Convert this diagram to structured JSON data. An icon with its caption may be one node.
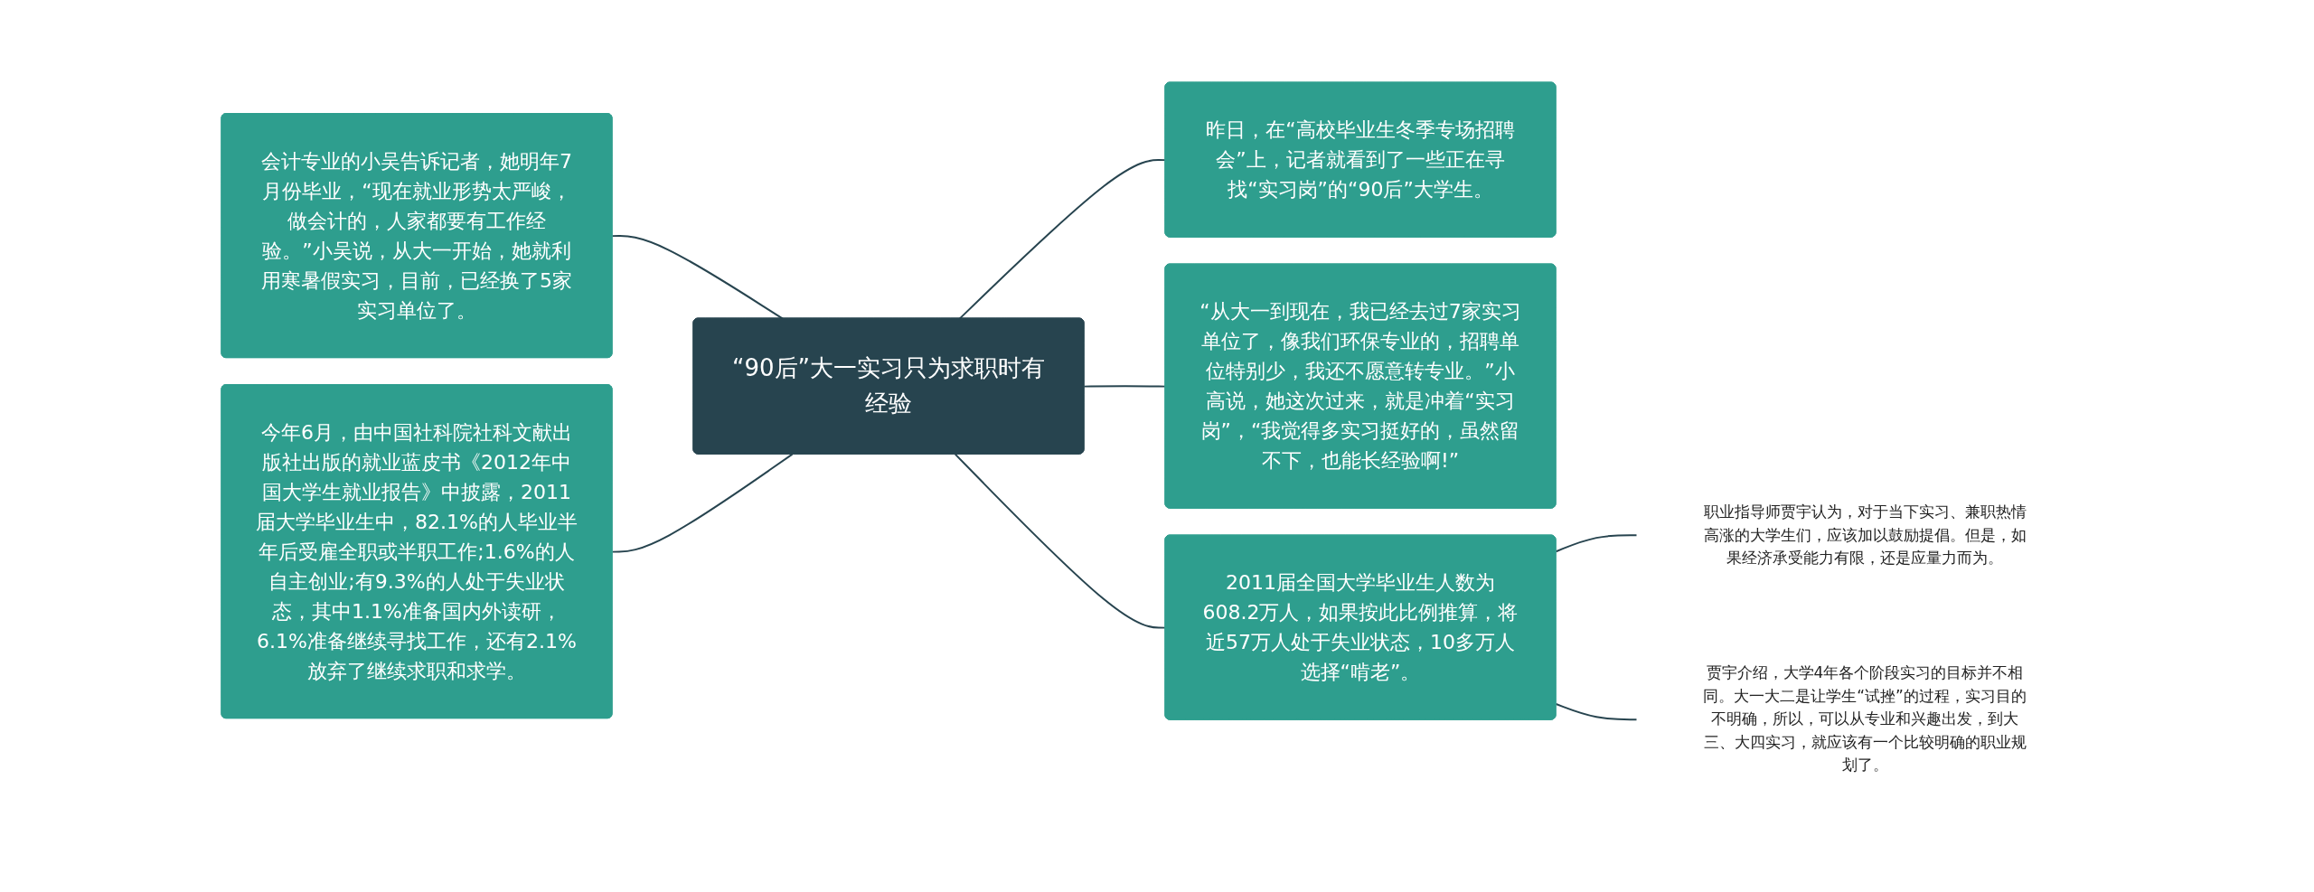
{
  "diagram": {
    "nodes": [
      {
        "text": [
          "“90后”大一实习只为求职时有经验"
        ]
      },
      {
        "text": [
          "会计专业的小吴告诉记者，她明年7月份毕业，“现在就业形势太严峻，做会计的，人家都要有工作经验。”小吴说，从大一开始，她就利用寒暑假实习，目前，已经换了5家实习单位了。"
        ]
      },
      {
        "text": [
          "今年6月，由中国社科院社科文献出版社出版的就业蓝皮书《2012年中国大学生就业报告》中披露，2011届大学毕业生中，82.1%的人毕业半年后受雇全职或半职工作;1.6%的人自主创业;有9.3%的人处于失业状态，其中1.1%准备国内外读研，6.1%准备继续寻找工作，还有2.1%放弃了继续求职和求学。"
        ]
      },
      {
        "text": [
          "昨日，在“高校毕业生冬季专场招聘会”上，记者就看到了一些正在寻找“实习岗”的“90后”大学生。"
        ]
      },
      {
        "text": [
          "“从大一到现在，我已经去过7家实习单位了，像我们环保专业的，招聘单位特别少，我还不愿意转专业。”小高说，她这次过来，就是冲着“实习岗”，“我觉得多实习挺好的，虽然留不下，也能长经验啊!”"
        ]
      },
      {
        "text": [
          "2011届全国大学毕业生人数为608.2万人，如果按此比例推算，将近57万人处于失业状态，10多万人选择“啃老”。"
        ]
      },
      {
        "text": [
          "职业指导师贾宇认为，对于当下实习、兼职热情高涨的大学生们，应该加以鼓励提倡。但是，如果经济承受能力有限，还是应量力而为。"
        ]
      },
      {
        "text": [
          "贾宇介绍，大学4年各个阶段实习的目标并不相同。大一大二是让学生“试挫”的过程，实习目的不明确，所以，可以从专业和兴趣出发，到大三、大四实习，就应该有一个比较明确的职业规划了。"
        ]
      }
    ],
    "edges": [
      {
        "from": 1,
        "to": 0,
        "arrow": "none"
      },
      {
        "from": 2,
        "to": 0,
        "arrow": "none"
      },
      {
        "from": 0,
        "to": 3,
        "arrow": "none"
      },
      {
        "from": 0,
        "to": 4,
        "arrow": "none"
      },
      {
        "from": 0,
        "to": 5,
        "arrow": "none"
      },
      {
        "from": 5,
        "to": 6,
        "arrow": "none"
      },
      {
        "from": 5,
        "to": 7,
        "arrow": "none"
      }
    ]
  }
}
